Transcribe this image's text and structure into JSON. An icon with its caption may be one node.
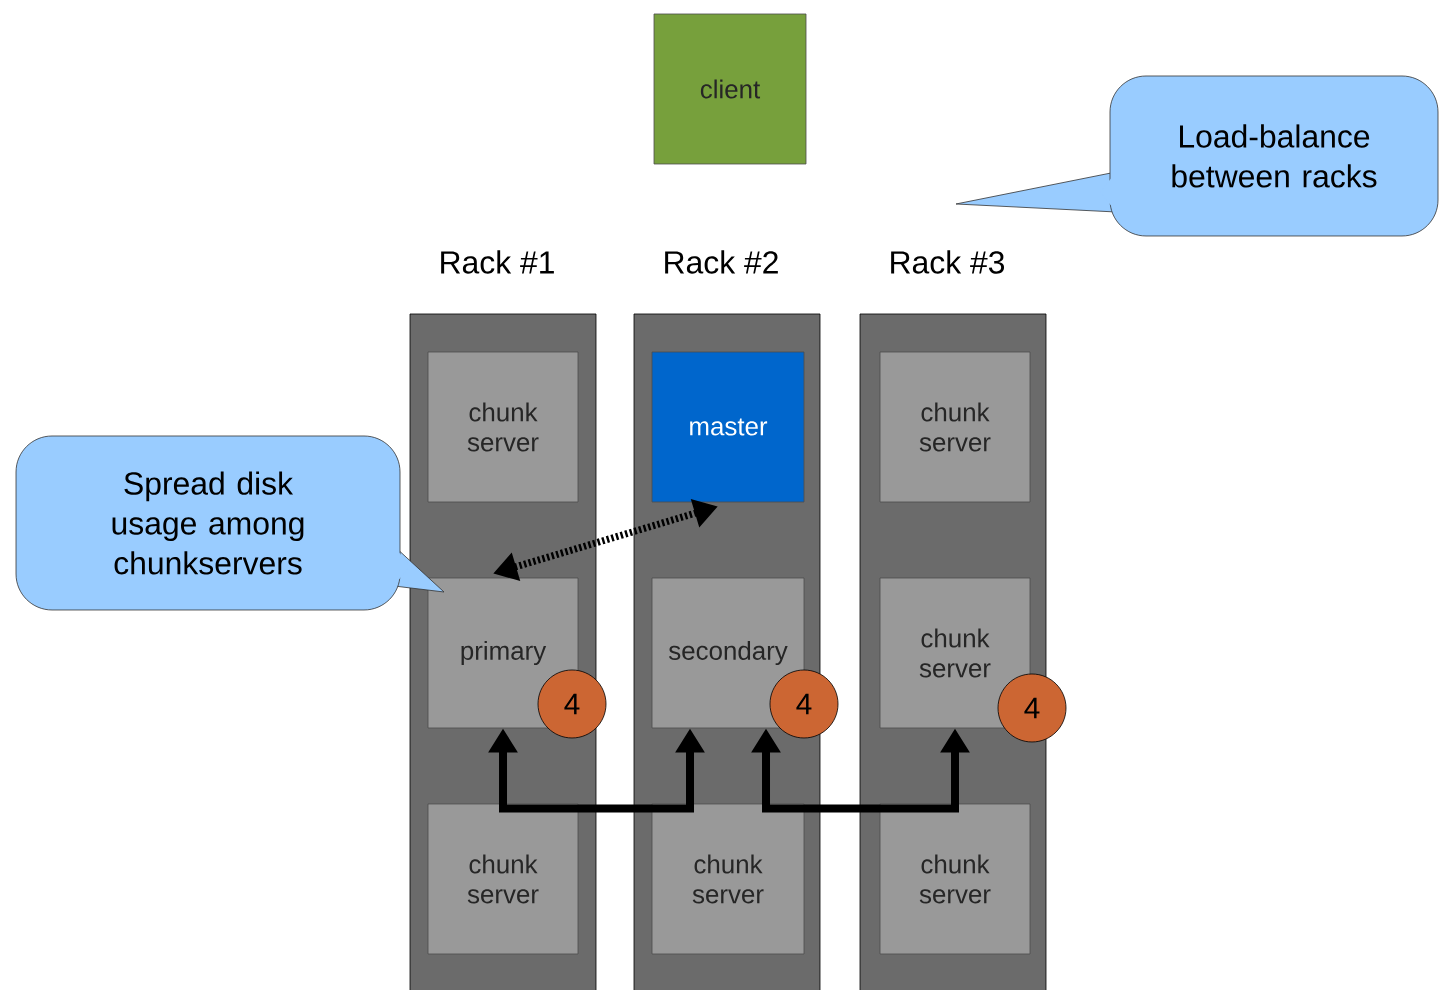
{
  "diagram": {
    "nodes": [
      {
        "text": [
          "client"
        ]
      },
      {
        "text": [
          "Load-balance between racks"
        ]
      },
      {
        "text": [
          "Rack #1"
        ]
      },
      {
        "text": [
          "Rack #2"
        ]
      },
      {
        "text": [
          "Rack #3"
        ]
      },
      {
        "text": [
          "chunk server"
        ],
        "in": 2
      },
      {
        "text": [
          "primary"
        ],
        "in": 2
      },
      {
        "text": [
          "chunk server"
        ],
        "in": 2
      },
      {
        "text": [
          "master"
        ],
        "in": 3
      },
      {
        "text": [
          "secondary"
        ],
        "in": 3
      },
      {
        "text": [
          "chunk server"
        ],
        "in": 3
      },
      {
        "text": [
          "chunk server"
        ],
        "in": 4
      },
      {
        "text": [
          "chunk server"
        ],
        "in": 4
      },
      {
        "text": [
          "chunk server"
        ],
        "in": 4
      },
      {
        "text": [
          "4"
        ]
      },
      {
        "text": [
          "4"
        ]
      },
      {
        "text": [
          "4"
        ]
      },
      {
        "text": [
          "Spread disk usage among chunkservers"
        ]
      }
    ],
    "edges": [
      {
        "from": 8,
        "to": 6,
        "arrow": "both",
        "style": "dashed"
      },
      {
        "from": 6,
        "to": 9,
        "arrow": "both"
      },
      {
        "from": 9,
        "to": 12,
        "arrow": "both"
      }
    ]
  }
}
